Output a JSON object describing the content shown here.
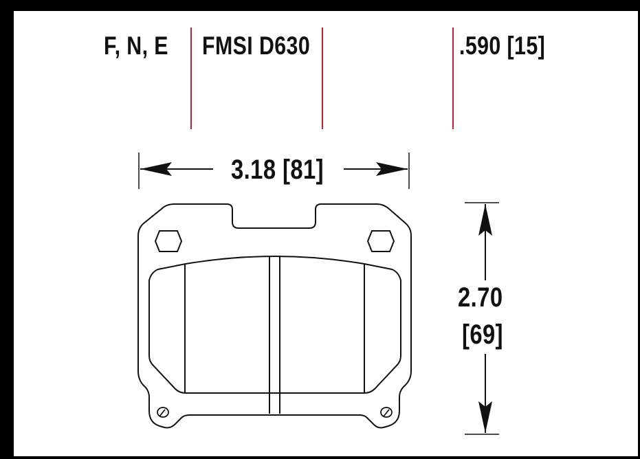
{
  "header": {
    "compounds": "F, N, E",
    "fmsi": "FMSI D630",
    "thickness": ".590 [15]"
  },
  "dimensions": {
    "width": "3.18 [81]",
    "height_in": "2.70",
    "height_mm": "[69]"
  },
  "colors": {
    "frame": "#000000",
    "background": "#ffffff",
    "divider": "#c8202f",
    "line": "#111111"
  }
}
